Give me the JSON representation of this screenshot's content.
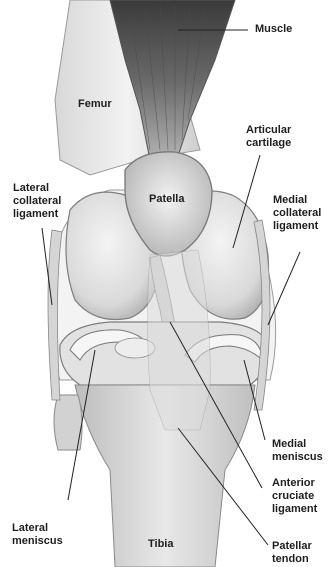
{
  "figure": {
    "labels": {
      "muscle": "Muscle",
      "femur": "Femur",
      "articular_cartilage": "Articular\ncartilage",
      "lateral_collateral_ligament": "Lateral\ncollateral\nligament",
      "patella": "Patella",
      "medial_collateral_ligament": "Medial\ncollateral\nligament",
      "medial_meniscus": "Medial\nmeniscus",
      "anterior_cruciate_ligament": "Anterior\ncruciate\nligament",
      "lateral_meniscus": "Lateral\nmeniscus",
      "tibia": "Tibia",
      "patellar_tendon": "Patellar\ntendon"
    }
  }
}
